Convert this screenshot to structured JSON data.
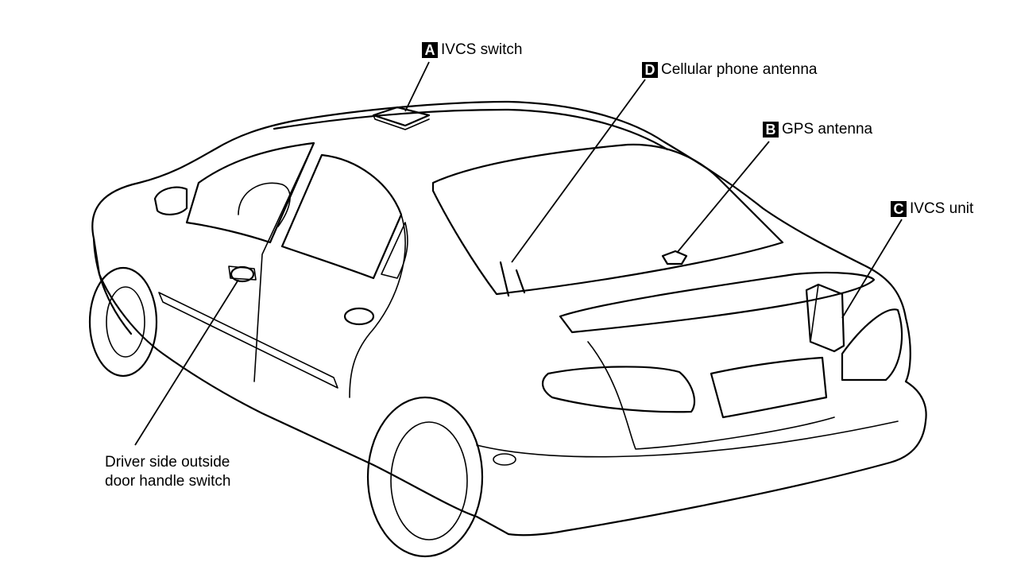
{
  "callouts": {
    "a": {
      "badge": "A",
      "text": "IVCS switch"
    },
    "b": {
      "badge": "B",
      "text": "GPS antenna"
    },
    "c": {
      "badge": "C",
      "text": "IVCS unit"
    },
    "d": {
      "badge": "D",
      "text": "Cellular phone antenna"
    }
  },
  "door_handle_label": {
    "line1": "Driver side outside",
    "line2": "door handle switch"
  }
}
